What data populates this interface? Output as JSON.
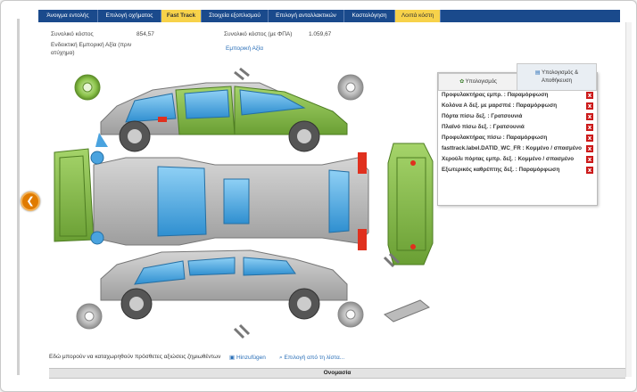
{
  "tabs": [
    {
      "label": "Άνοιγμα εντολής"
    },
    {
      "label": "Επιλογή οχήματος"
    },
    {
      "label": "Fast Track"
    },
    {
      "label": "Στοιχεία εξοπλισμού"
    },
    {
      "label": "Επιλογή ανταλλακτικών"
    },
    {
      "label": "Κοστολόγηση"
    },
    {
      "label": "Λοιπά κόστη"
    }
  ],
  "summary": {
    "total_cost_label": "Συνολικό κόστος",
    "total_cost_value": "854,57",
    "total_cost_vat_label": "Συνολικό κόστος (με ΦΠΑ)",
    "total_cost_vat_value": "1.059,67",
    "market_value_label_1": "Ενδεικτική Εμπορική Αξία (πριν",
    "market_value_label_2": "ατύχημα)",
    "market_value_link": "Εμπορική Αξία"
  },
  "panel": {
    "tab_calc": "Υπολογισμός",
    "tab_calc_save_1": "Υπολογισμός &",
    "tab_calc_save_2": "Αποθήκευση",
    "damages": [
      {
        "text": "Προφυλακτήρας εμπρ. : Παραμόρφωση"
      },
      {
        "text": "Κολόνα Α δεξ. με μαρσπιέ : Παραμόρφωση"
      },
      {
        "text": "Πόρτα πίσω δεξ. : Γρατσουνιά"
      },
      {
        "text": "Πλαϊνό πίσω δεξ. : Γρατσουνιά"
      },
      {
        "text": "Προφυλακτήρας πίσω : Παραμόρφωση"
      },
      {
        "text": "fasttrack.label.DATID_WC_FR : Κομμένο / σπασμένο"
      },
      {
        "text": "Χερούλι πόρτας εμπρ. δεξ. : Κομμένο / σπασμένο"
      },
      {
        "text": "Εξωτερικός καθρέπτης δεξ. : Παραμόρφωση"
      }
    ],
    "remove_symbol": "x"
  },
  "bottom": {
    "note": "Εδώ μπορούν να καταχωρηθούν πρόσθετες αξιώσεις ζημιωθέντων",
    "add_link": "Hinzufügen",
    "select_link": "Επιλογή από τη λίστα..."
  },
  "table": {
    "header_name": "Ονομασία"
  },
  "nav": {
    "back_symbol": "❮"
  },
  "colors": {
    "tab_bar": "#1a4a8c",
    "tab_active": "#f7d24a",
    "damaged_part": "#7cb342",
    "glass": "#4aa3df",
    "body_gray": "#b4b4b4",
    "light_red": "#e0301e",
    "remove_button": "#cc1a1a",
    "back_button": "#e07b00"
  }
}
